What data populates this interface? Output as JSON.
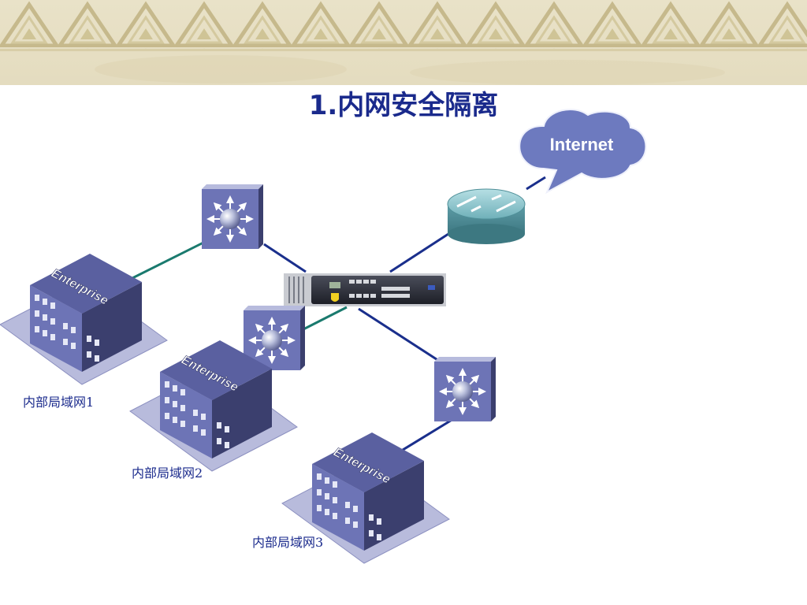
{
  "slide": {
    "title": "1.内网安全隔离"
  },
  "diagram": {
    "cloud_label": "Internet",
    "building_sign": "Enterprise",
    "lan_labels": [
      "内部局域网1",
      "内部局域网2",
      "内部局域网3"
    ]
  },
  "colors": {
    "title": "#1a2a8c",
    "link_green": "#1a7a6e",
    "link_blue": "#1a2f8c",
    "device_face": "#6d74b6",
    "cloud": "#6d7abf",
    "router": "#5f9ea8"
  }
}
